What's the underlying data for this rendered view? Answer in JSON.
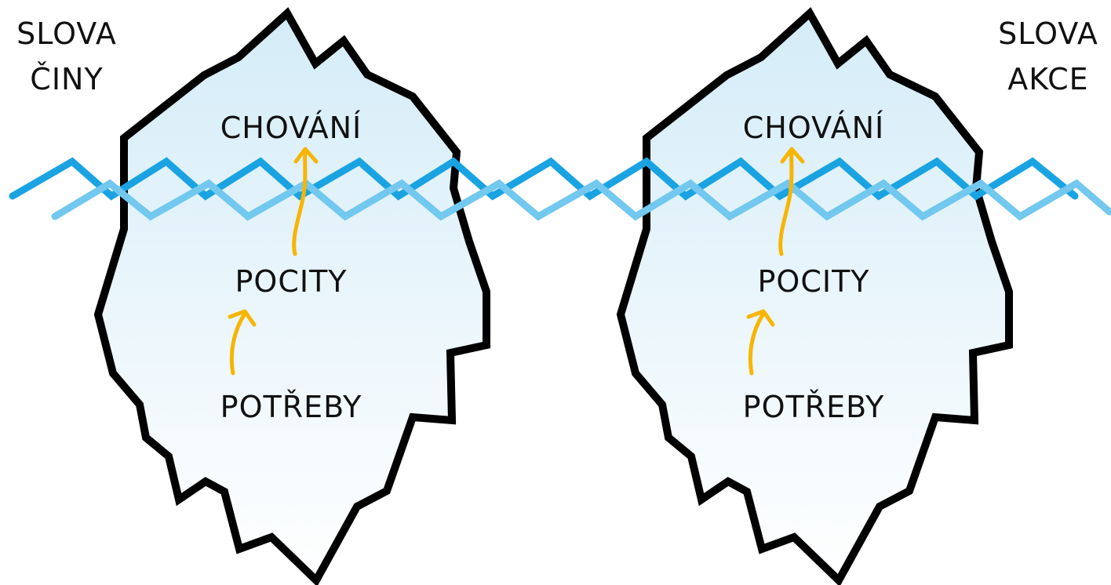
{
  "labels": {
    "left": {
      "line1": "SLOVA",
      "line2": "ČINY"
    },
    "right": {
      "line1": "SLOVA",
      "line2": "AKCE"
    }
  },
  "icebergs": [
    {
      "top_label": "CHOVÁNÍ",
      "middle_label": "POCITY",
      "bottom_label": "POTŘEBY"
    },
    {
      "top_label": "CHOVÁNÍ",
      "middle_label": "POCITY",
      "bottom_label": "POTŘEBY"
    }
  ],
  "colors": {
    "outline": "#000000",
    "ice_top": "#d4ecf8",
    "ice_bottom": "#ffffff",
    "wave_dark": "#1aa3e2",
    "wave_light": "#72c8ef",
    "arrow": "#f7b500",
    "text": "#111111"
  }
}
